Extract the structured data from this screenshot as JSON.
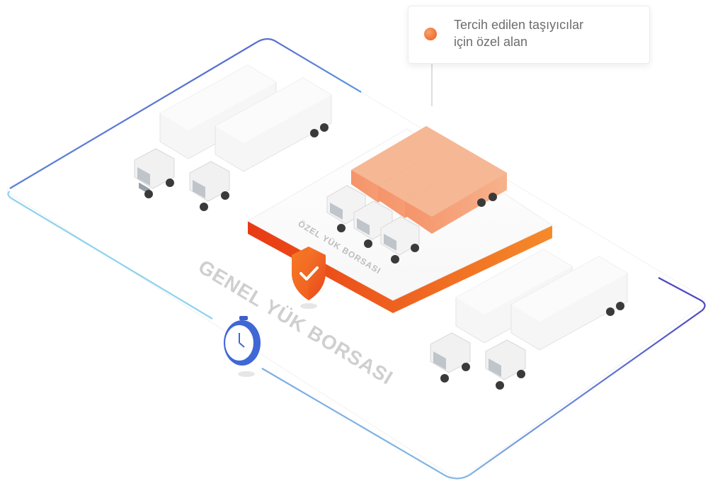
{
  "callout": {
    "line1": "Tercih edilen taşıyıcılar",
    "line2": "için özel alan"
  },
  "platforms": {
    "general_label": "GENEL YÜK BORSASI",
    "private_label": "ÖZEL YÜK BORSASI"
  },
  "icons": {
    "shield": "shield-check-icon",
    "clock": "stopwatch-icon"
  },
  "colors": {
    "accent_orange": "#f05a1a",
    "accent_orange_light": "#f7a26a",
    "frame_blue_start": "#4a3fbf",
    "frame_blue_end": "#55c3e8",
    "truck_white": "#f4f4f4",
    "truck_shade": "#dcdcdc",
    "callout_text": "#6d6d6d"
  }
}
